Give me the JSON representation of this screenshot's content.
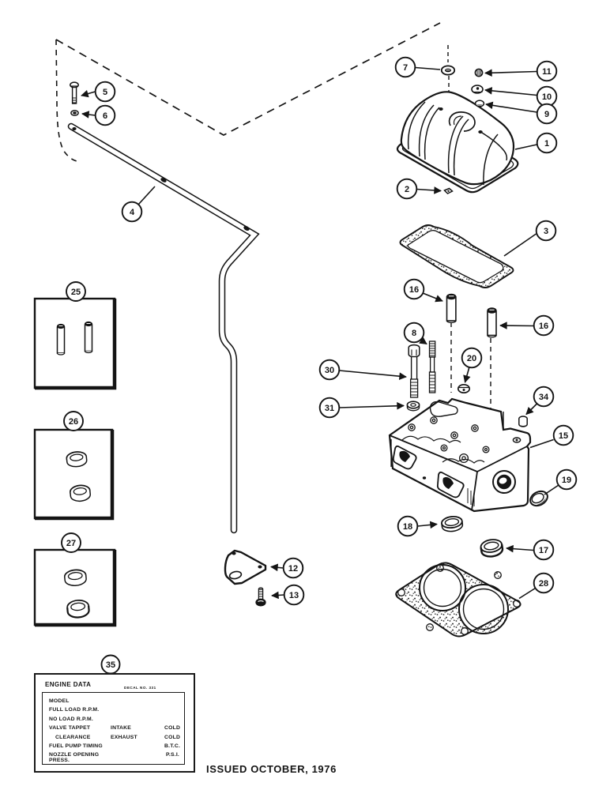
{
  "page": {
    "issued": "ISSUED OCTOBER, 1976"
  },
  "decal": {
    "title": "ENGINE DATA",
    "decal_no": "DECAL NO. 331",
    "rows": [
      {
        "label": "MODEL",
        "mid": "",
        "value": ""
      },
      {
        "label": "FULL LOAD R.P.M.",
        "mid": "",
        "value": ""
      },
      {
        "label": "NO LOAD R.P.M.",
        "mid": "",
        "value": ""
      },
      {
        "label": "VALVE TAPPET",
        "mid": "INTAKE",
        "value": "COLD"
      },
      {
        "label": "CLEARANCE",
        "mid": "EXHAUST",
        "value": "COLD"
      },
      {
        "label": "FUEL PUMP TIMING",
        "mid": "",
        "value": "B.T.C."
      },
      {
        "label": "NOZZLE OPENING PRESS.",
        "mid": "",
        "value": "P.S.I."
      }
    ]
  },
  "callouts": [
    {
      "label": "5"
    },
    {
      "label": "6"
    },
    {
      "label": "4"
    },
    {
      "label": "7"
    },
    {
      "label": "11"
    },
    {
      "label": "10"
    },
    {
      "label": "9"
    },
    {
      "label": "1"
    },
    {
      "label": "2"
    },
    {
      "label": "3"
    },
    {
      "label": "16"
    },
    {
      "label": "16"
    },
    {
      "label": "8"
    },
    {
      "label": "30"
    },
    {
      "label": "20"
    },
    {
      "label": "31"
    },
    {
      "label": "34"
    },
    {
      "label": "15"
    },
    {
      "label": "19"
    },
    {
      "label": "18"
    },
    {
      "label": "17"
    },
    {
      "label": "28"
    },
    {
      "label": "25"
    },
    {
      "label": "26"
    },
    {
      "label": "27"
    },
    {
      "label": "12"
    },
    {
      "label": "13"
    },
    {
      "label": "35"
    }
  ],
  "colors": {
    "ink": "#141414",
    "paper": "#ffffff"
  }
}
